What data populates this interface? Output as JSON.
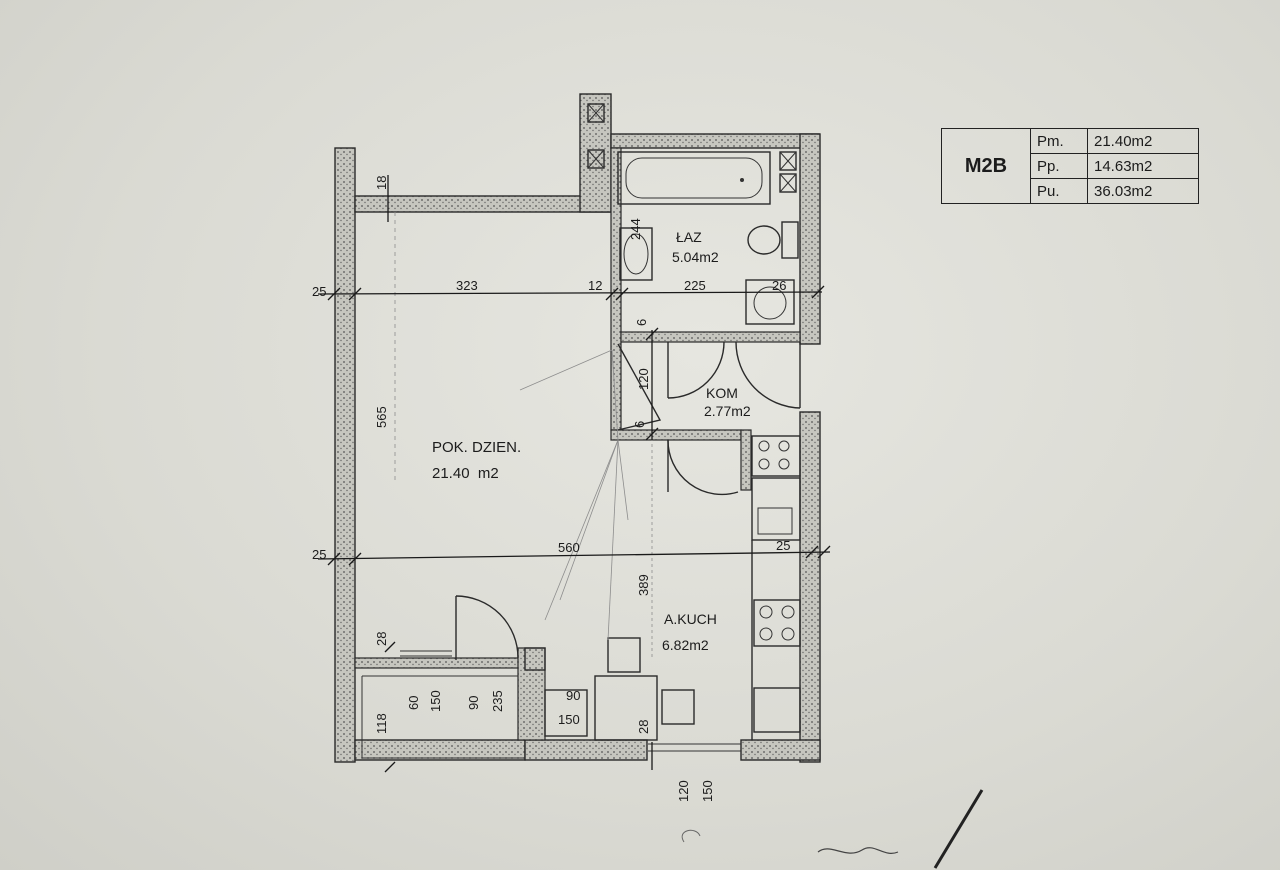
{
  "legend": {
    "code": "M2B",
    "rows": [
      {
        "key": "Pm.",
        "value": "21.40m2"
      },
      {
        "key": "Pp.",
        "value": "14.63m2"
      },
      {
        "key": "Pu.",
        "value": "36.03m2"
      }
    ]
  },
  "rooms": {
    "bath": {
      "name": "ŁAZ",
      "area": "5.04m2"
    },
    "closet": {
      "name": "KOM",
      "area": "2.77m2"
    },
    "living": {
      "name": "POK. DZIEN.",
      "area": "21.40  m2"
    },
    "kitchen": {
      "name": "A.KUCH",
      "area": "6.82m2"
    }
  },
  "dimensions": {
    "d18": "18",
    "d25a": "25",
    "d323": "323",
    "d12": "12",
    "d225": "225",
    "d26": "26",
    "d6a": "6",
    "d120a": "120",
    "d6b": "6",
    "d565": "565",
    "d244": "244",
    "d25b": "25",
    "d560": "560",
    "d25c": "25",
    "d389": "389",
    "d28a": "28",
    "d118": "118",
    "d60": "60",
    "d150a": "150",
    "d90": "90",
    "d235": "235",
    "d90b": "90",
    "d150b": "150",
    "d28b": "28",
    "d120b": "120",
    "d150c": "150"
  }
}
